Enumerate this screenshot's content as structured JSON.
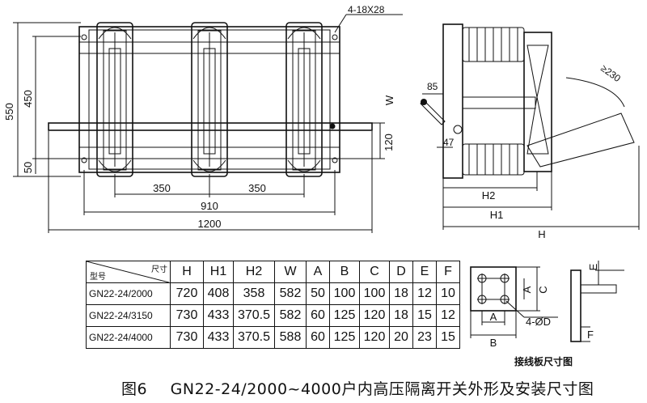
{
  "front_view": {
    "dims": {
      "overall_height": "550",
      "inner_height": "450",
      "bottom_offset": "50",
      "pitch_left": "350",
      "pitch_right": "350",
      "mount_span": "910",
      "overall_length": "1200",
      "hole_spec": "4-18X28",
      "shaft_height": "120",
      "w_label": "W"
    }
  },
  "side_view": {
    "dims": {
      "d85": "85",
      "d47": "47",
      "h2": "H2",
      "h1": "H1",
      "h": "H",
      "angle": "≥230"
    }
  },
  "terminal_plate": {
    "labels": {
      "a_vert": "A",
      "c_vert": "C",
      "a_horz": "A",
      "b_horz": "B",
      "holes": "4-ØD",
      "e": "E",
      "f": "F"
    },
    "caption": "接线板尺寸图"
  },
  "table": {
    "corner_top": "尺寸",
    "corner_bottom": "型号",
    "columns": [
      "H",
      "H1",
      "H2",
      "W",
      "A",
      "B",
      "C",
      "D",
      "E",
      "F"
    ],
    "rows": [
      {
        "model": "GN22-24/2000",
        "values": [
          "720",
          "408",
          "358",
          "582",
          "50",
          "100",
          "100",
          "18",
          "12",
          "10"
        ]
      },
      {
        "model": "GN22-24/3150",
        "values": [
          "730",
          "433",
          "370.5",
          "582",
          "60",
          "125",
          "120",
          "18",
          "15",
          "12"
        ]
      },
      {
        "model": "GN22-24/4000",
        "values": [
          "730",
          "433",
          "370.5",
          "588",
          "60",
          "125",
          "120",
          "20",
          "23",
          "15"
        ]
      }
    ]
  },
  "caption": {
    "figure": "图6",
    "title": "GN22-24/2000~4000户内高压隔离开关外形及安装尺寸图"
  }
}
